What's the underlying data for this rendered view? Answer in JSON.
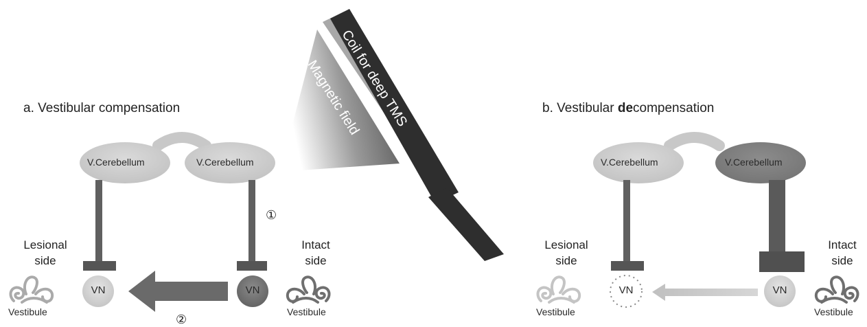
{
  "panel_a": {
    "title": "a. Vestibular compensation",
    "cerebellum_left": "V.Cerebellum",
    "cerebellum_right": "V.Cerebellum",
    "lesional_side": [
      "Lesional",
      "side"
    ],
    "intact_side": [
      "Intact",
      "side"
    ],
    "vn_left": "VN",
    "vn_right": "VN",
    "vestibule_left": "Vestibule",
    "vestibule_right": "Vestibule",
    "marker_1": "①",
    "marker_2": "②"
  },
  "panel_b": {
    "title_pre": "b. Vestibular ",
    "title_bold": "de",
    "title_post": "compensation",
    "cerebellum_left": "V.Cerebellum",
    "cerebellum_right": "V.Cerebellum",
    "lesional_side": [
      "Lesional",
      "side"
    ],
    "intact_side": [
      "Intact",
      "side"
    ],
    "vn_left": "VN",
    "vn_right": "VN",
    "vestibule_left": "Vestibule",
    "vestibule_right": "Vestibule"
  },
  "tms": {
    "coil_label": "Coil for deep TMS",
    "field_label": "Magnetic field"
  },
  "colors": {
    "light_gray": "#c8c8c8",
    "mid_gray": "#8a8a8a",
    "dark_gray": "#5a5a5a",
    "coil": "#2e2e2e"
  }
}
